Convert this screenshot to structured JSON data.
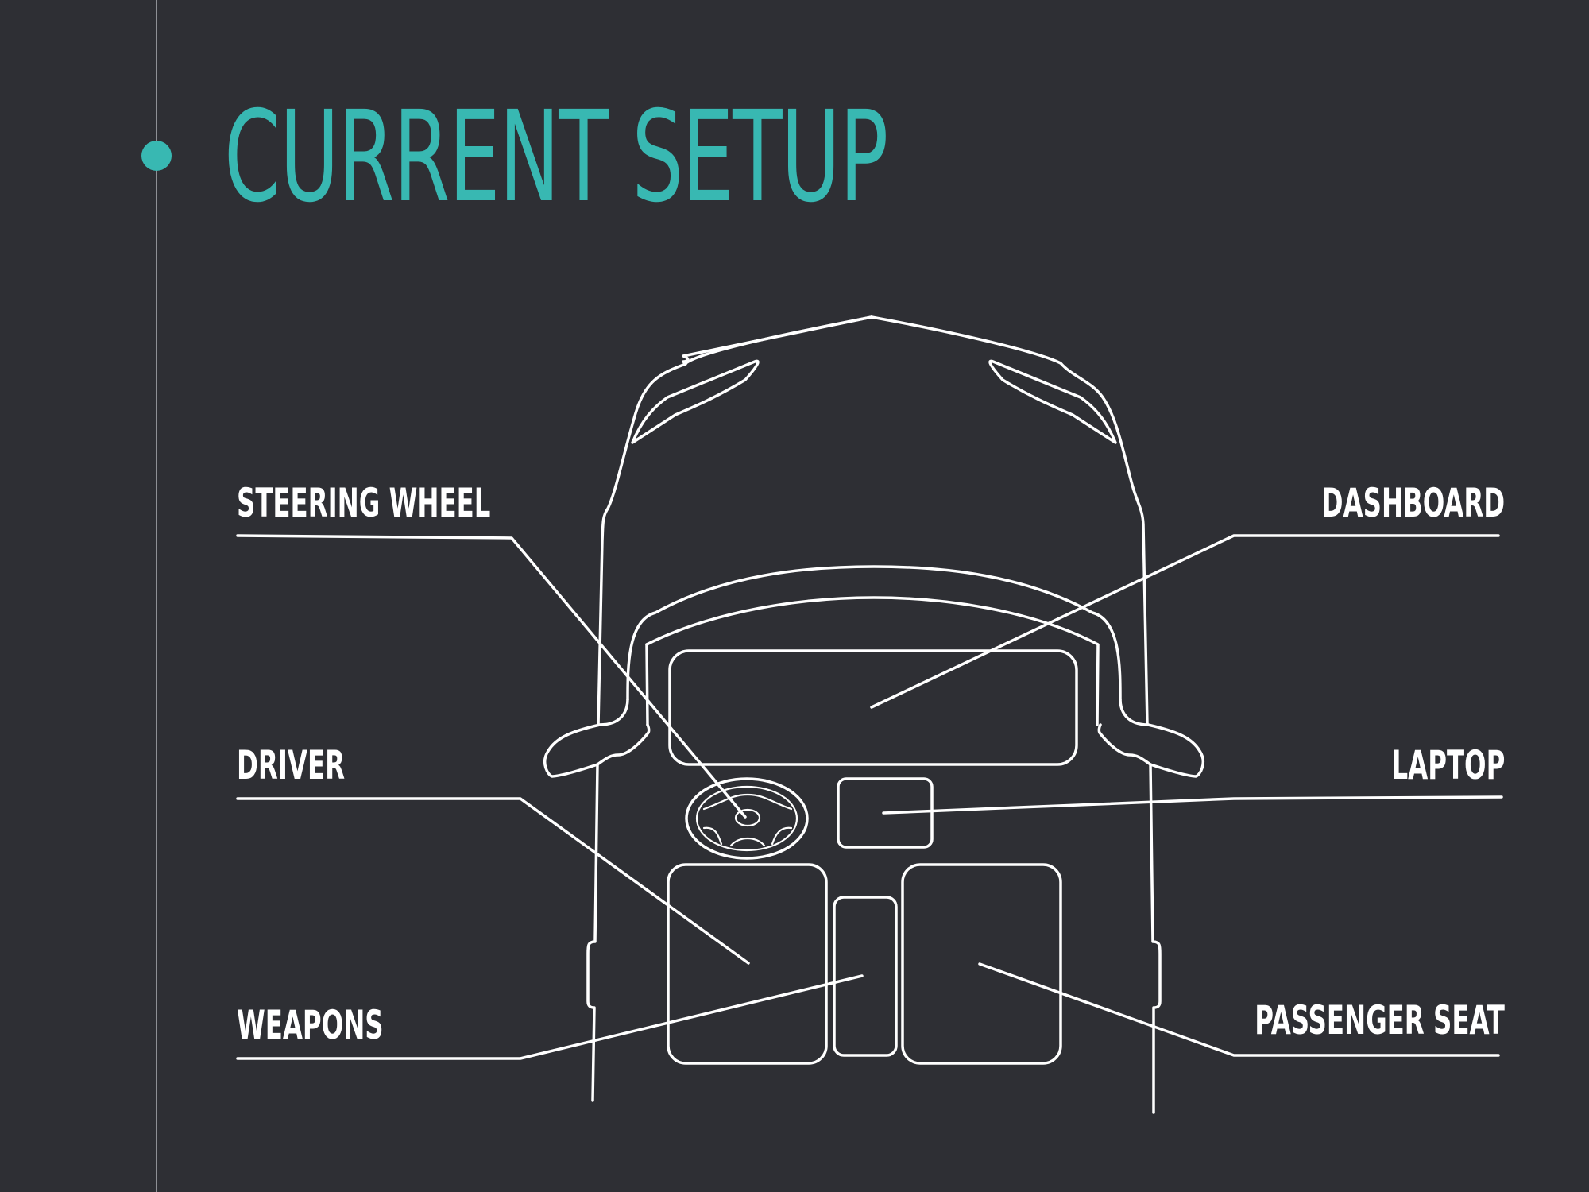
{
  "title": "CURRENT SETUP",
  "labels": {
    "steering_wheel": "STEERING WHEEL",
    "driver": "DRIVER",
    "weapons": "WEAPONS",
    "dashboard": "DASHBOARD",
    "laptop": "LAPTOP",
    "passenger_seat": "PASSENGER SEAT"
  },
  "colors": {
    "background": "#2e2f34",
    "accent": "#38b8b2",
    "line": "#ffffff",
    "rule": "#8e9095"
  }
}
